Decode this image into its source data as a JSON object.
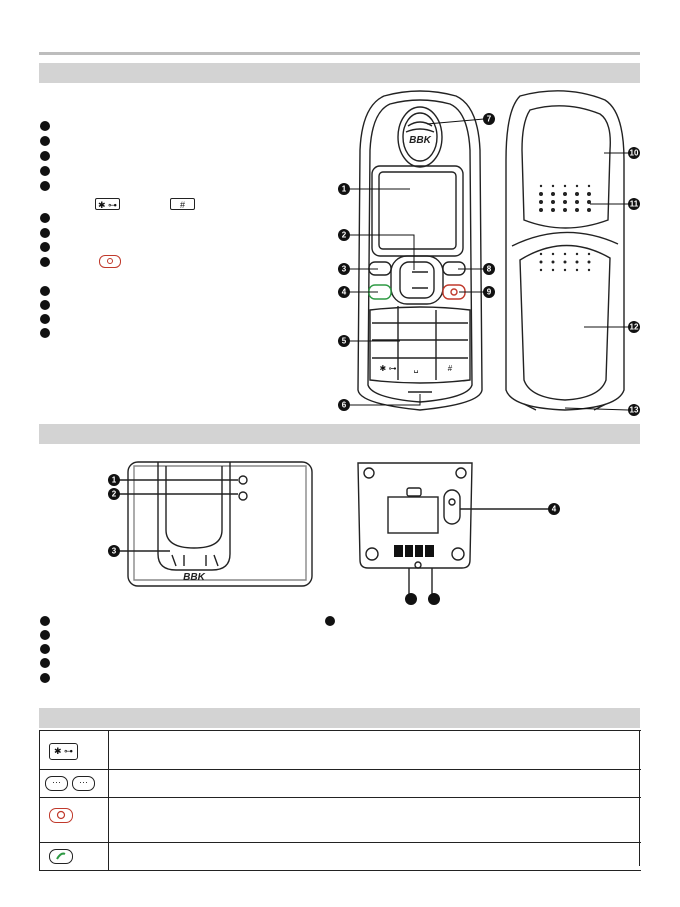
{
  "handset_front": {
    "logo": "BBK",
    "keypad": {
      "star_key": "✱ ⊶",
      "hash_key": "#",
      "space_key": "␣"
    }
  },
  "base": {
    "logo": "BBK"
  },
  "icons": {
    "star_key": "✱ ⊶",
    "hash_key": "#",
    "star_icon": "star-key-icon",
    "hash_icon": "hash-key-icon",
    "end_call_icon": "red-end-call-icon",
    "talk_icon": "green-talk-icon"
  },
  "callouts": {
    "handset": [
      "1",
      "2",
      "3",
      "4",
      "5",
      "6",
      "7",
      "8",
      "9",
      "10",
      "11",
      "12",
      "13"
    ],
    "base": [
      "1",
      "2",
      "3",
      "4"
    ]
  },
  "colors": {
    "band": "#d3d3d3",
    "accent_red": "#c0392b",
    "accent_green": "#2e9a44",
    "line": "#111111"
  }
}
